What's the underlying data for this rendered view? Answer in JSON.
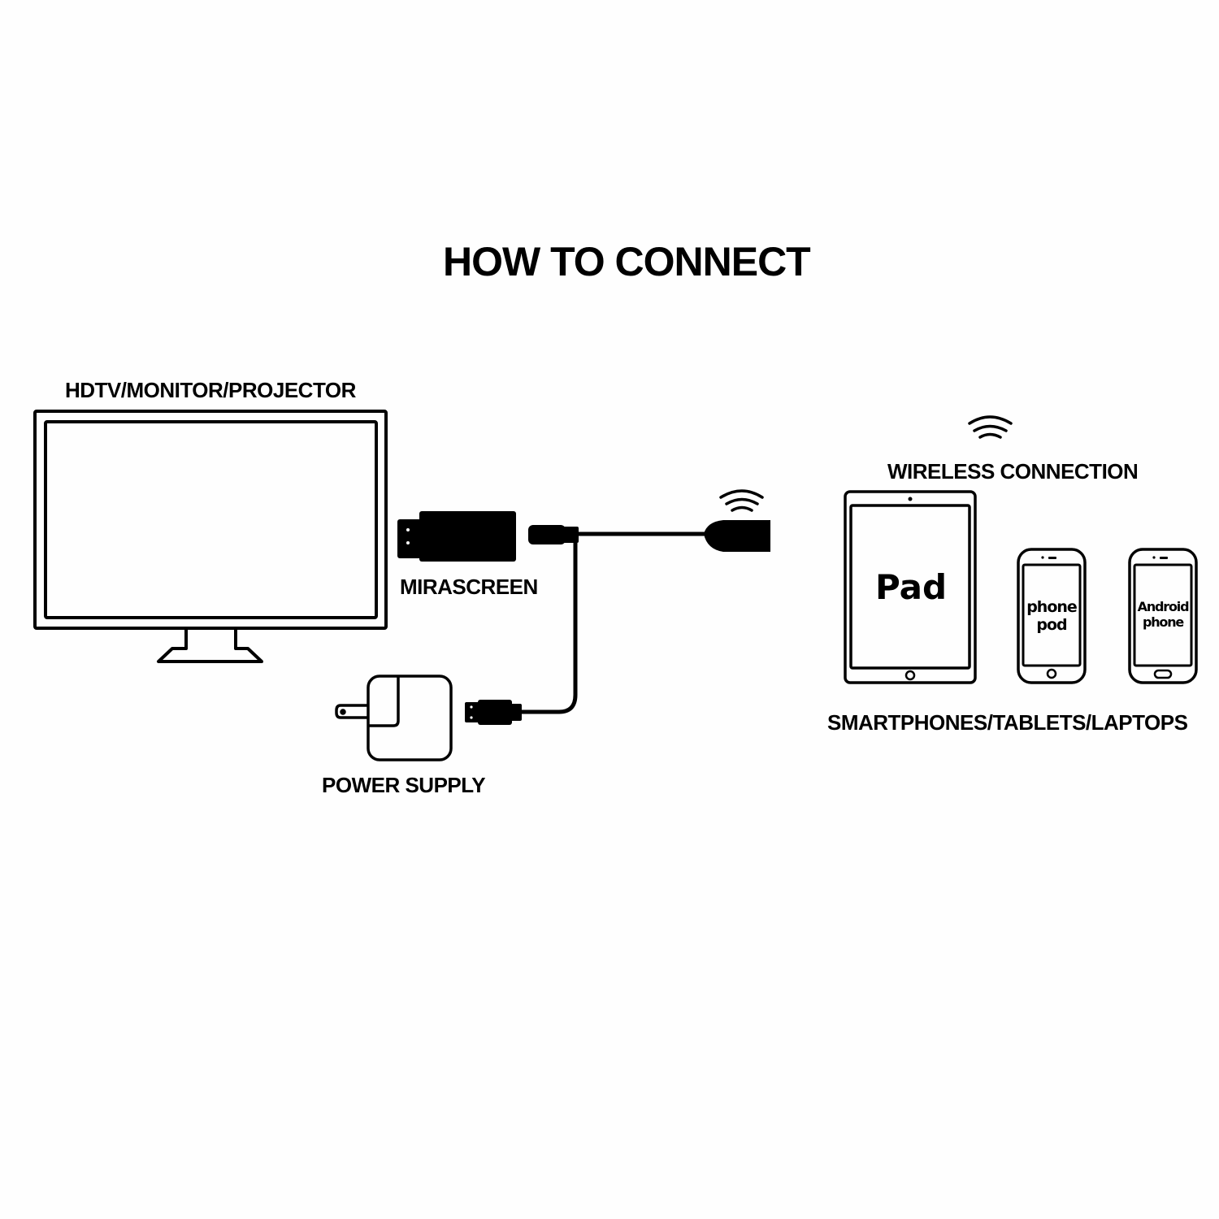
{
  "title": "HOW TO CONNECT",
  "labels": {
    "display": "HDTV/MONITOR/PROJECTOR",
    "dongle": "MIRASCREEN",
    "power": "POWER SUPPLY",
    "wireless": "WIRELESS CONNECTION",
    "devices": "SMARTPHONES/TABLETS/LAPTOPS"
  },
  "devices": {
    "tablet_text": "Pad",
    "phone1_line1": "phone",
    "phone1_line2": "pod",
    "phone2_line1": "Android",
    "phone2_line2": "phone"
  },
  "colors": {
    "ink": "#000000",
    "background": "#fefefe"
  }
}
